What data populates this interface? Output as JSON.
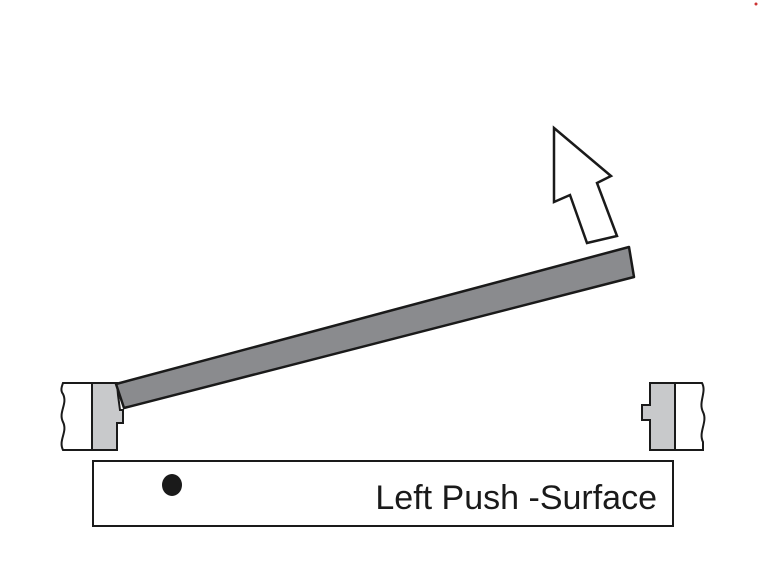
{
  "diagram": {
    "label": "Left Push -Surface",
    "elements": {
      "left_frame": "wall-frame-left",
      "right_frame": "wall-frame-right",
      "door_leaf": "door-leaf-open",
      "swing_arrow": "arrow-up-icon",
      "label_box": "label-box",
      "marker": "dot-marker"
    },
    "colors": {
      "stroke": "#1a1a1a",
      "door_fill": "#8a8b8e",
      "jamb_fill": "#c8c9cb",
      "wall_fill": "#ffffff",
      "accent_dot": "#cc3333"
    }
  }
}
